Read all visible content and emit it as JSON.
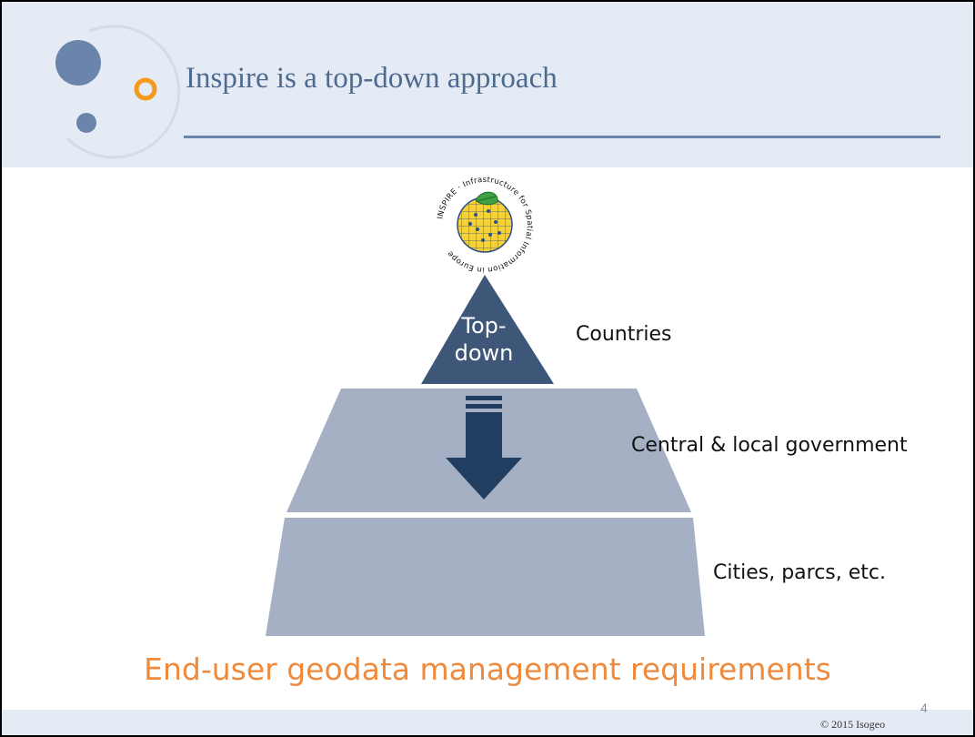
{
  "slide": {
    "title": "Inspire is a top-down approach",
    "logo": {
      "ring_text": "INSPIRE · Infrastructure for Spatial Information in Europe"
    },
    "pyramid": {
      "top_label_line1": "Top-",
      "top_label_line2": "down",
      "tiers": [
        {
          "label": "Countries"
        },
        {
          "label": "Central & local government"
        },
        {
          "label": "Cities, parcs, etc."
        }
      ]
    },
    "caption": "End-user geodata management requirements",
    "page_number": "4",
    "copyright": "© 2015 Isogeo"
  },
  "colors": {
    "header_band": "#e4ebf4",
    "title_text": "#4f6a8f",
    "pyramid_top": "#3e5778",
    "pyramid_middle": "#a6b0c4",
    "pyramid_bottom": "#a6b0c4",
    "arrow": "#213d5f",
    "caption": "#ef8a3c",
    "decor_circle": "#6b84ab",
    "decor_ring": "#f39a1d"
  }
}
